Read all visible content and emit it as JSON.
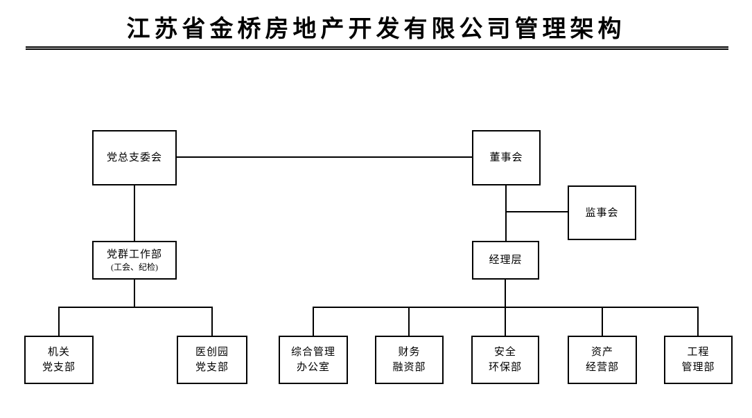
{
  "page": {
    "background_color": "#ffffff",
    "line_color": "#000000",
    "text_color": "#000000"
  },
  "header": {
    "title": "江苏省金桥房地产开发有限公司管理架构"
  },
  "org_chart": {
    "type": "org-chart",
    "nodes": {
      "party_committee": {
        "label": "党总支委会"
      },
      "board_of_directors": {
        "label": "董事会"
      },
      "supervisory_board": {
        "label": "监事会"
      },
      "party_mass_work_dept": {
        "label": "党群工作部",
        "sublabel": "(工会、纪检)"
      },
      "management_level": {
        "label": "经理层"
      },
      "agency_party_branch": {
        "line1": "机关",
        "line2": "党支部"
      },
      "yichuangyuan_party_branch": {
        "line1": "医创园",
        "line2": "党支部"
      },
      "general_management_office": {
        "line1": "综合管理",
        "line2": "办公室"
      },
      "finance_financing_dept": {
        "line1": "财务",
        "line2": "融资部"
      },
      "safety_environment_dept": {
        "line1": "安全",
        "line2": "环保部"
      },
      "asset_operation_dept": {
        "line1": "资产",
        "line2": "经营部"
      },
      "engineering_management_dept": {
        "line1": "工程",
        "line2": "管理部"
      }
    },
    "edges": [
      {
        "from": "党总支委会",
        "to": "董事会",
        "type": "lateral"
      },
      {
        "from": "党总支委会",
        "to": "党群工作部",
        "type": "reports"
      },
      {
        "from": "董事会",
        "to": "经理层",
        "type": "reports"
      },
      {
        "from": "董事会",
        "to": "监事会",
        "type": "lateral"
      },
      {
        "from": "党群工作部",
        "to": "机关党支部",
        "type": "reports"
      },
      {
        "from": "党群工作部",
        "to": "医创园党支部",
        "type": "reports"
      },
      {
        "from": "经理层",
        "to": "综合管理办公室",
        "type": "reports"
      },
      {
        "from": "经理层",
        "to": "财务融资部",
        "type": "reports"
      },
      {
        "from": "经理层",
        "to": "安全环保部",
        "type": "reports"
      },
      {
        "from": "经理层",
        "to": "资产经营部",
        "type": "reports"
      },
      {
        "from": "经理层",
        "to": "工程管理部",
        "type": "reports"
      }
    ]
  }
}
